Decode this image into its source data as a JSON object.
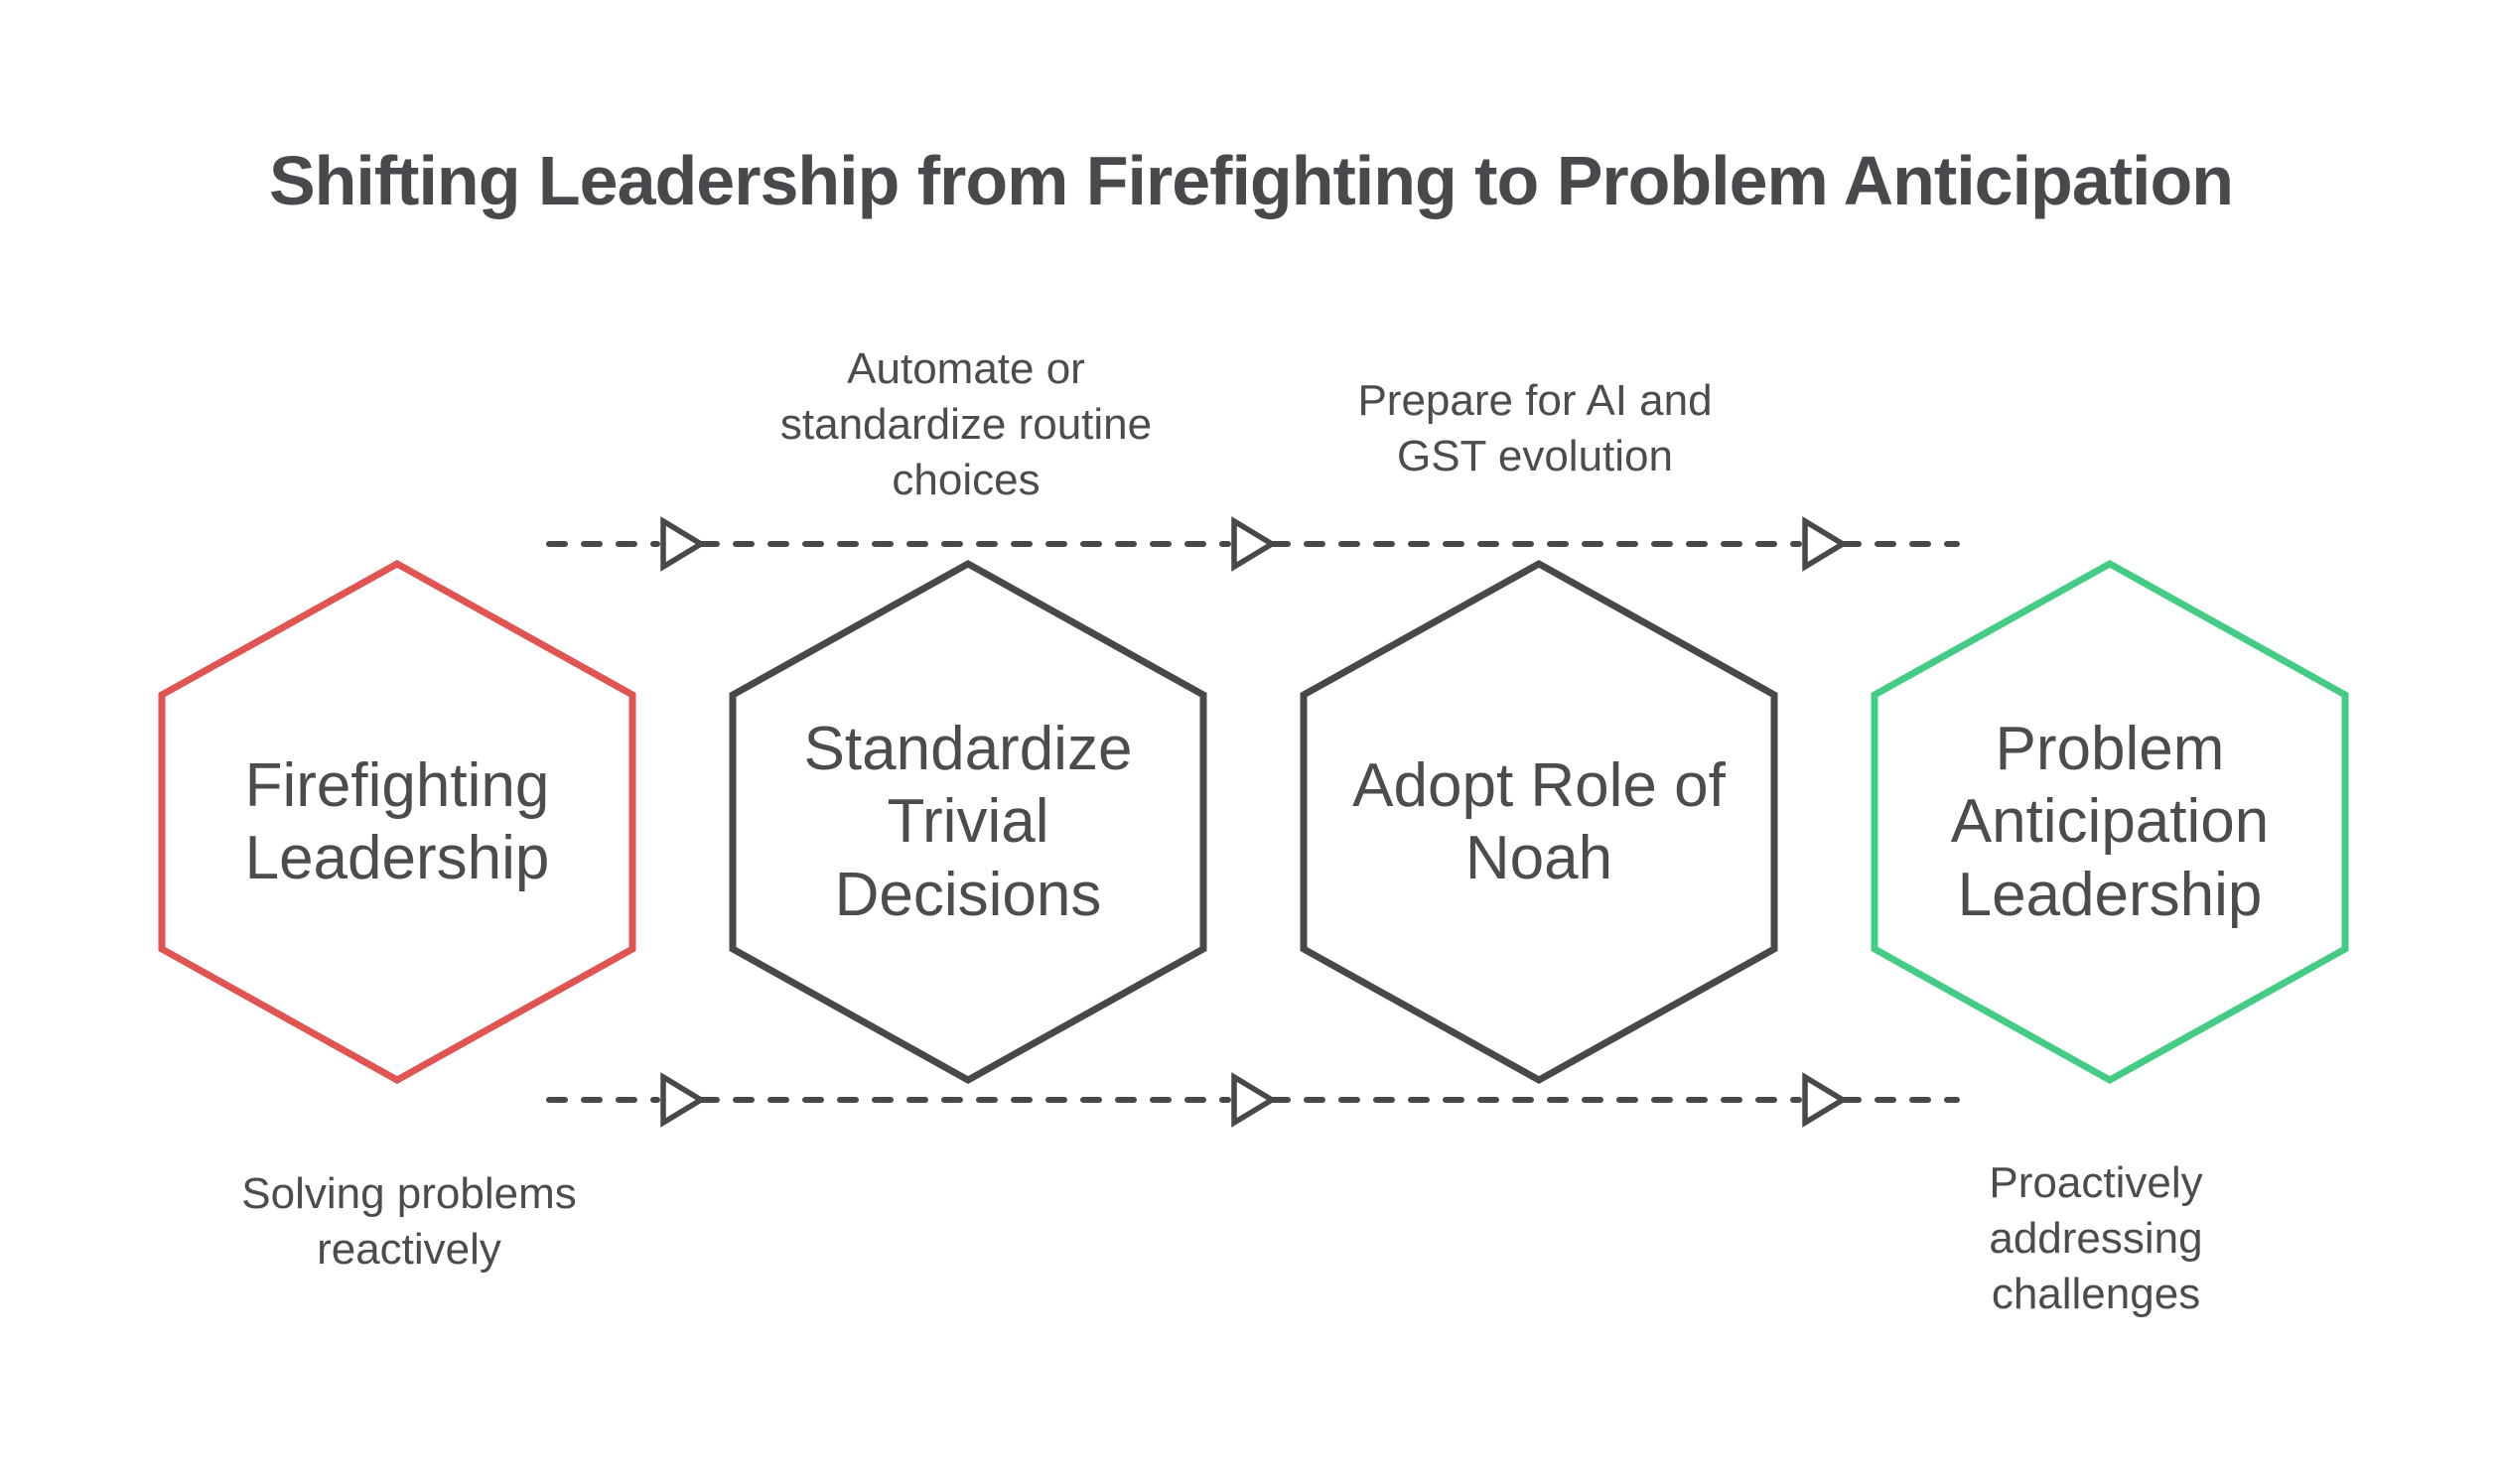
{
  "title": "Shifting Leadership from Firefighting to Problem Anticipation",
  "palette": {
    "title_color": "#47494c",
    "text_color": "#4a4c4e",
    "line_color": "#47484a",
    "red_accent": "#e05551",
    "green_accent": "#44cc84",
    "gray_accent": "#47484a"
  },
  "hexagons": [
    {
      "label": "Firefighting\nLeadership",
      "border_color": "#e05551"
    },
    {
      "label": "Standardize\nTrivial\nDecisions",
      "border_color": "#47484a"
    },
    {
      "label": "Adopt Role of\nNoah",
      "border_color": "#47484a"
    },
    {
      "label": "Problem\nAnticipation\nLeadership",
      "border_color": "#44cc84"
    }
  ],
  "annotations": {
    "top_1": "Automate or\nstandardize routine\nchoices",
    "top_2": "Prepare for AI and\nGST evolution",
    "bottom_1": "Solving problems\nreactively",
    "bottom_2": "Proactively\naddressing\nchallenges"
  }
}
